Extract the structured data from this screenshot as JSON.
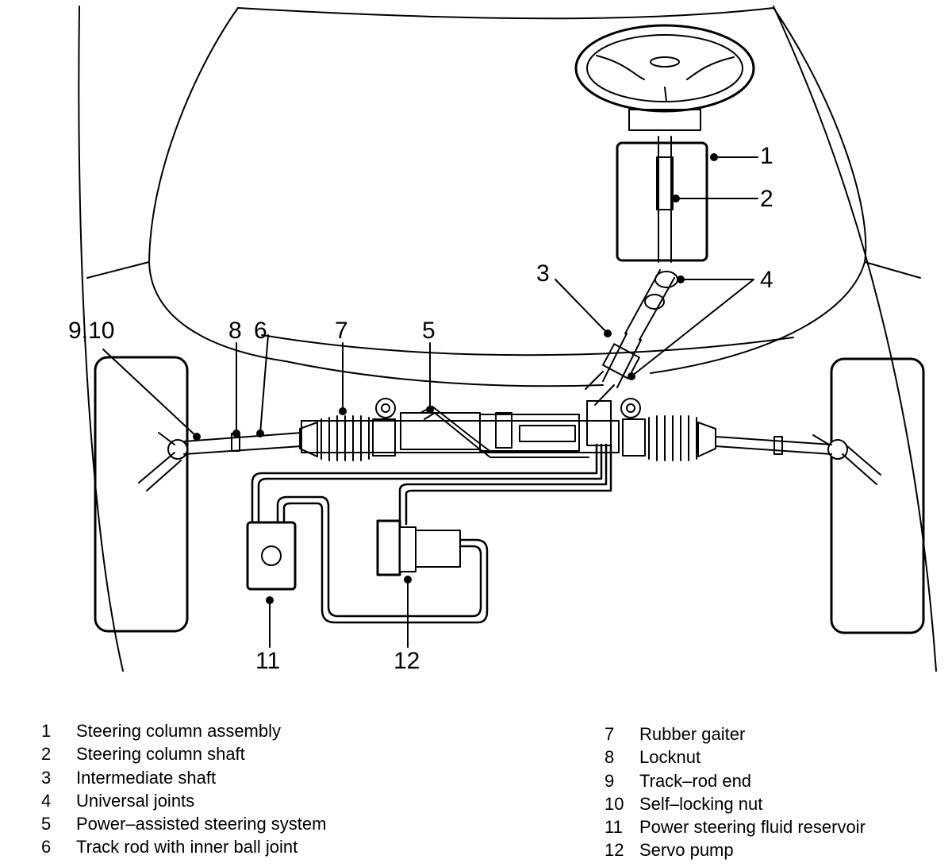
{
  "callouts": [
    "1",
    "2",
    "3",
    "4",
    "5",
    "6",
    "7",
    "8",
    "9,10",
    "11",
    "12"
  ],
  "legend": {
    "left": [
      {
        "num": "1",
        "text": "Steering column assembly"
      },
      {
        "num": "2",
        "text": "Steering column shaft"
      },
      {
        "num": "3",
        "text": "Intermediate shaft"
      },
      {
        "num": "4",
        "text": "Universal joints"
      },
      {
        "num": "5",
        "text": "Power–assisted steering system"
      },
      {
        "num": "6",
        "text": "Track rod with inner ball joint"
      }
    ],
    "right": [
      {
        "num": "7",
        "text": "Rubber gaiter"
      },
      {
        "num": "8",
        "text": "Locknut"
      },
      {
        "num": "9",
        "text": "Track–rod end"
      },
      {
        "num": "10",
        "text": "Self–locking nut"
      },
      {
        "num": "11",
        "text": "Power steering fluid reservoir"
      },
      {
        "num": "12",
        "text": "Servo pump"
      }
    ]
  },
  "colors": {
    "ink": "#000000",
    "paper": "#ffffff"
  }
}
